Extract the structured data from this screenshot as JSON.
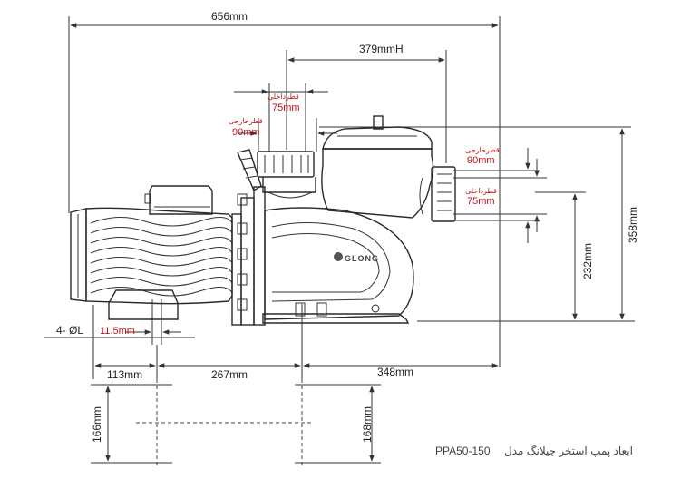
{
  "dimensions": {
    "overall_length": "656mm",
    "port_span": "379mm",
    "port_span_suffix": "H",
    "inner_top_a": "قطرداخلی",
    "inner_top_b": "75mm",
    "outer_top_a": "قطرخارجی",
    "outer_top_b": "90mm",
    "outer_side_a": "قطرخارجی",
    "outer_side_b": "90mm",
    "inner_side_a": "قطرداخلی",
    "inner_side_b": "75mm",
    "axis_height": "232mm",
    "total_height": "358mm",
    "hole_label": "4- ØL",
    "hole_size": "11.5mm",
    "base_a": "113mm",
    "base_b": "267mm",
    "base_c": "348mm",
    "foot_width_left": "166mm",
    "foot_width_right": "168mm"
  },
  "brand_logo": "GLONG",
  "caption": {
    "title": "ابعاد پمپ استخر جیلانگ مدل",
    "model": "PPA50-150"
  },
  "colors": {
    "line": "#333333",
    "accent_red": "#c0121b"
  }
}
